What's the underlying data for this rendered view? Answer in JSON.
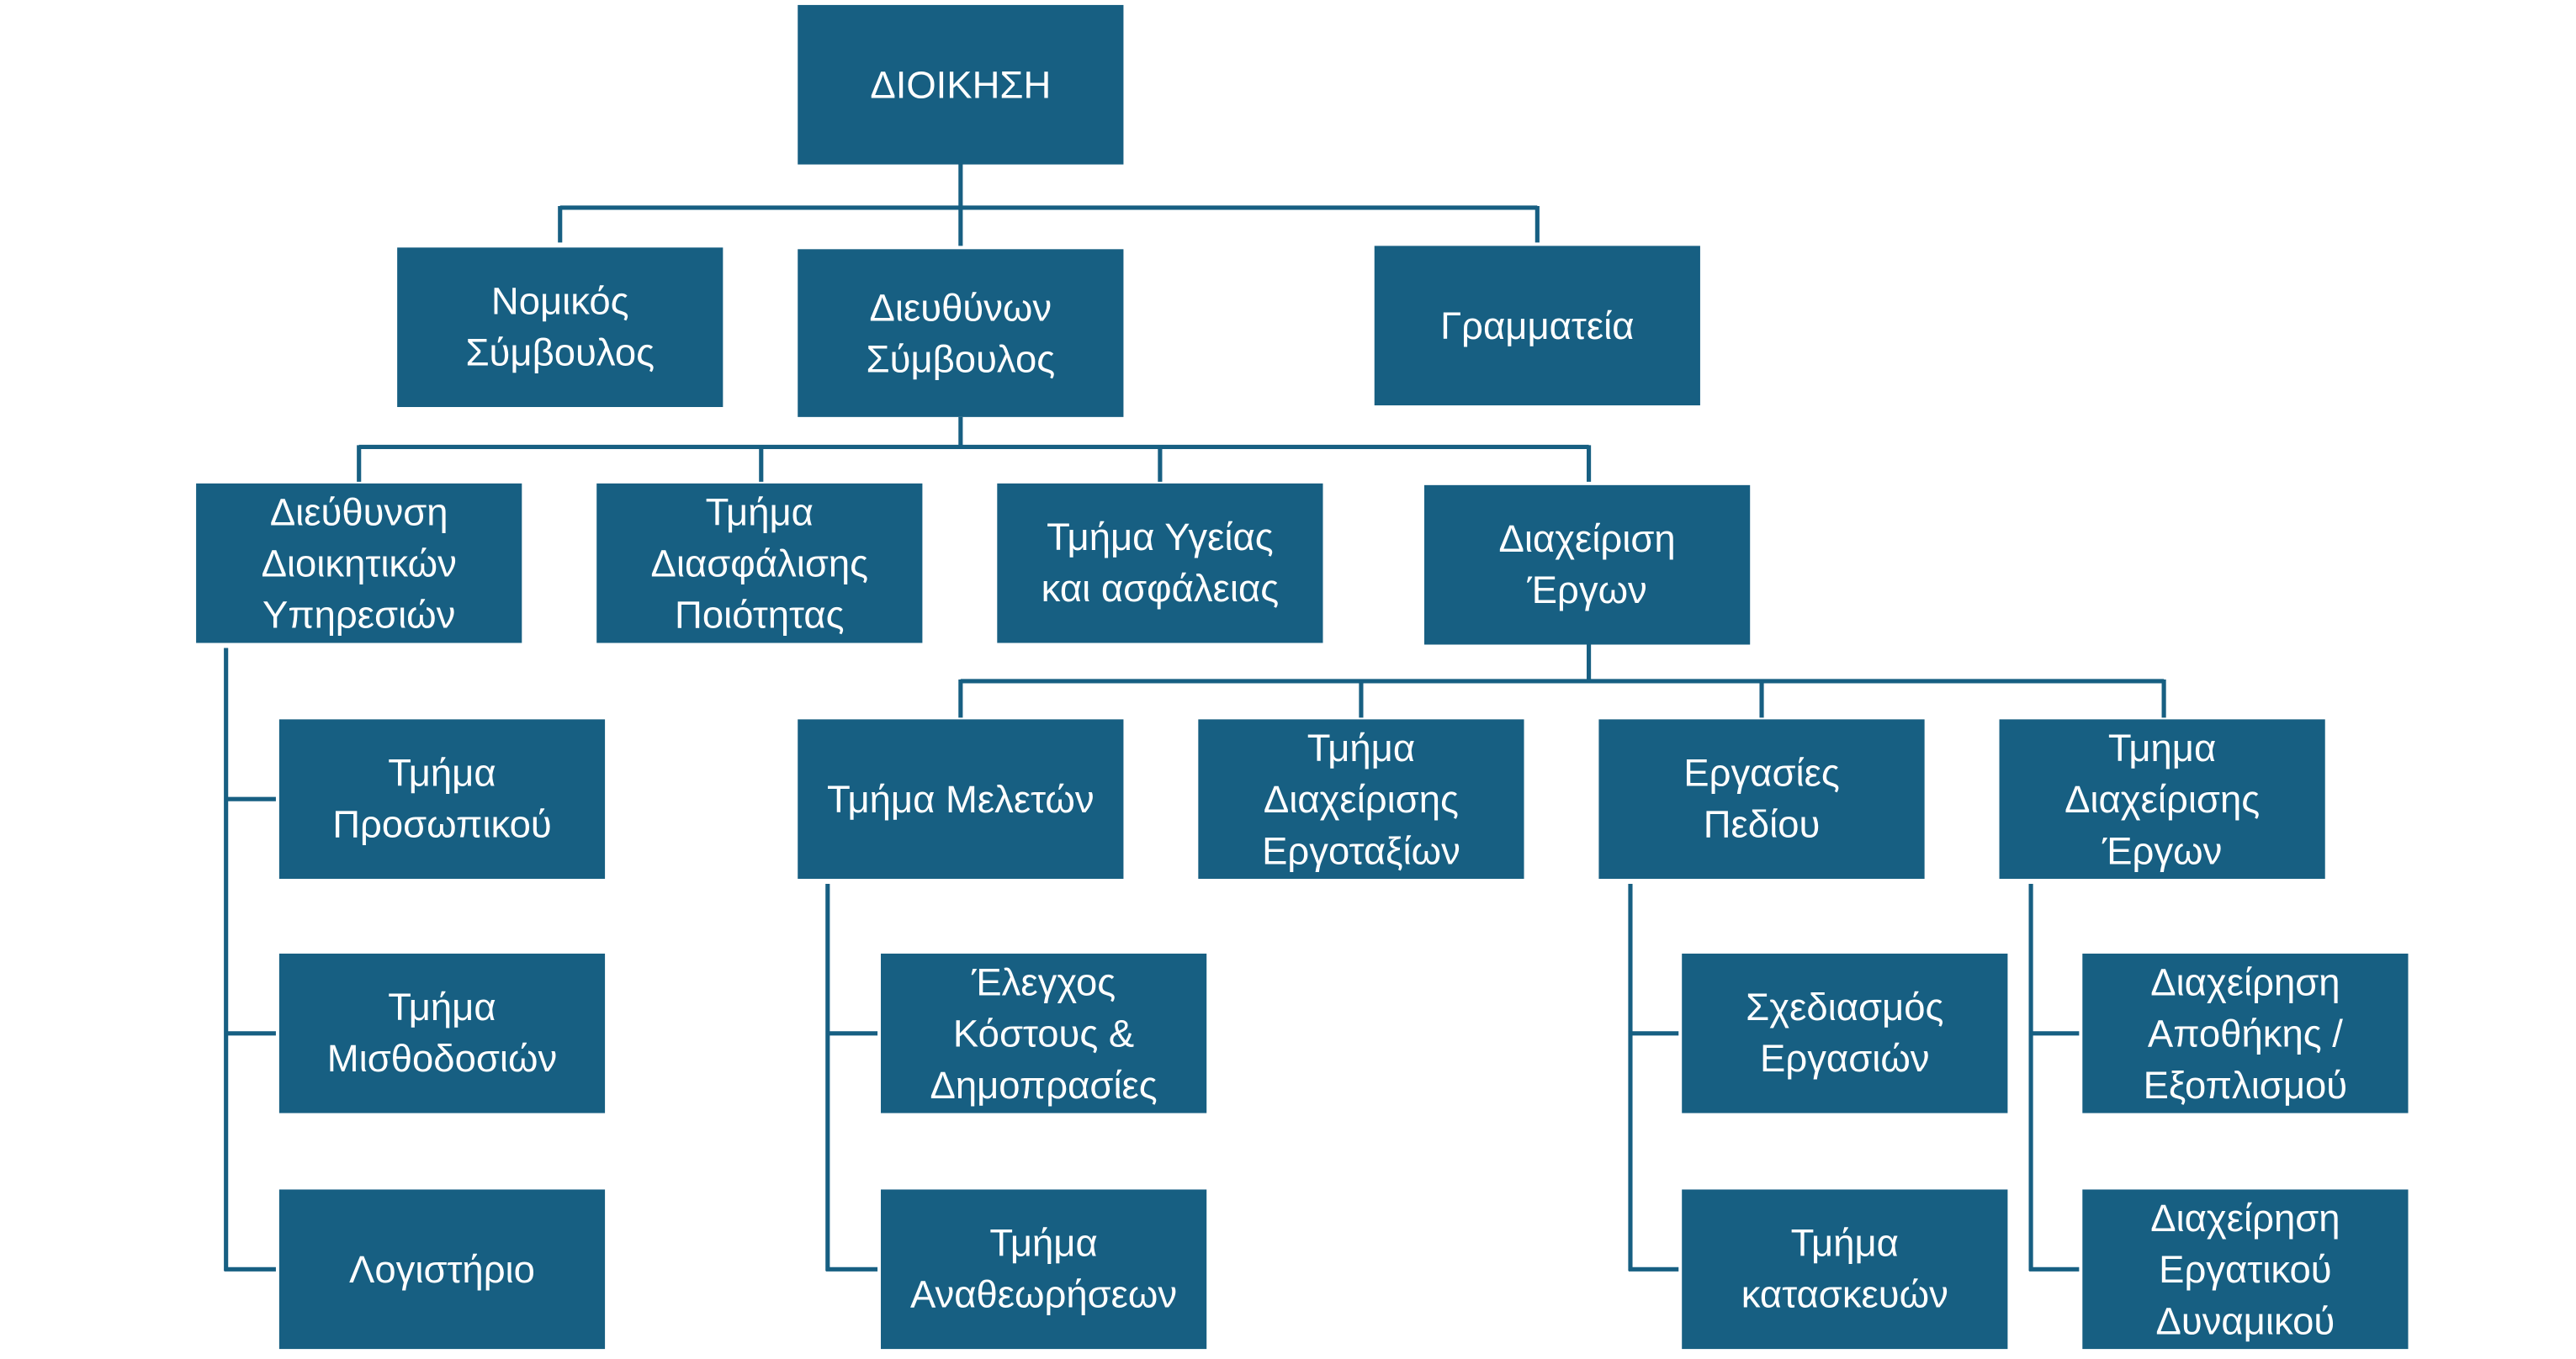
{
  "colors": {
    "box": "#175f82",
    "text": "#ffffff",
    "connector": "#175f82"
  },
  "nodes": {
    "root": "ΔΙΟΙΚΗΣΗ",
    "legal": [
      "Νομικός",
      "Σύμβουλος"
    ],
    "ceo": [
      "Διευθύνων",
      "Σύμβουλος"
    ],
    "secretariat": "Γραμματεία",
    "admin_services": [
      "Διεύθυνση",
      "Διοικητικών",
      "Υπηρεσιών"
    ],
    "quality": [
      "Τμήμα",
      "Διασφάλισης",
      "Ποιότητας"
    ],
    "health_safety": [
      "Τμήμα Υγείας",
      "και ασφάλειας"
    ],
    "project_mgmt": [
      "Διαχείριση",
      "Έργων"
    ],
    "personnel": [
      "Τμήμα",
      "Προσωπικού"
    ],
    "payroll": [
      "Τμήμα",
      "Μισθοδοσιών"
    ],
    "accounting": "Λογιστήριο",
    "studies": "Τμήμα Μελετών",
    "sites": [
      "Τμήμα",
      "Διαχείρισης",
      "Εργοταξίων"
    ],
    "field_works": [
      "Εργασίες",
      "Πεδίου"
    ],
    "project_dept": [
      "Τμημα",
      "Διαχείρισης",
      "Έργων"
    ],
    "cost_control": [
      "Έλεγχος",
      "Κόστους &",
      "Δημοπρασίες"
    ],
    "revisions": [
      "Τμήμα",
      "Αναθεωρήσεων"
    ],
    "work_planning": [
      "Σχεδιασμός",
      "Εργασιών"
    ],
    "construction": [
      "Τμήμα",
      "κατασκευών"
    ],
    "warehouse": [
      "Διαχείρηση",
      "Αποθήκης /",
      "Εξοπλισμού"
    ],
    "workforce": [
      "Διαχείρηση",
      "Εργατικού",
      "Δυναμικού"
    ]
  }
}
